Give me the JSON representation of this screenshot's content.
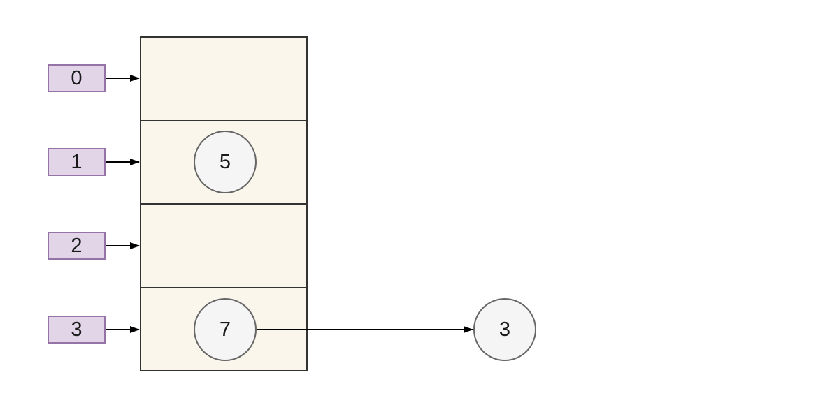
{
  "colors": {
    "background": "#ffffff",
    "index_box_fill": "#e1d5e7",
    "index_box_border": "#9673a6",
    "bucket_fill": "#faf6eb",
    "bucket_border": "#333333",
    "node_fill": "#f5f5f5",
    "node_border": "#666666",
    "arrow": "#000000"
  },
  "buckets": [
    {
      "index_label": "0",
      "chain": []
    },
    {
      "index_label": "1",
      "chain": [
        "5"
      ]
    },
    {
      "index_label": "2",
      "chain": []
    },
    {
      "index_label": "3",
      "chain": [
        "7",
        "3"
      ]
    }
  ]
}
